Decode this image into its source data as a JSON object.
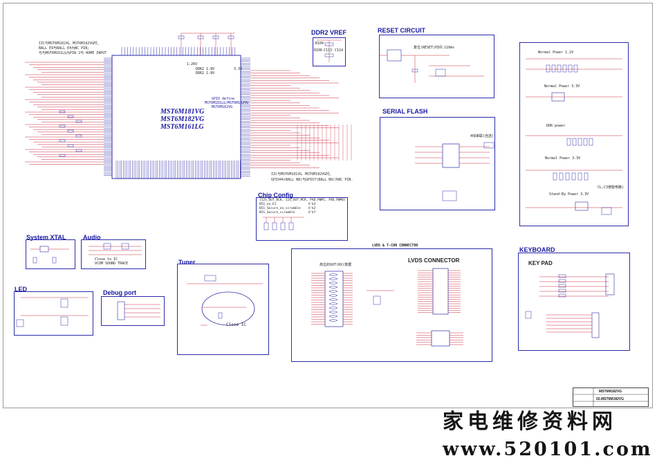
{
  "sheet": {
    "chip_names": [
      "MST6M181VG",
      "MST6M182VG",
      "MST6M161LG"
    ],
    "left_note": [
      "IIC与MST6M181VG、MST6M182VG时,",
      "BALL E9与BALL E4为NC PIN;",
      "与与MST6M161LG为PIN 2与 HOME INPUT"
    ],
    "gpio_note": [
      "GPIO define",
      "MST6M181LG/MST6M182VG",
      "MST6M182VG"
    ],
    "right_note": [
      "IIC与MST6M181VG、MST6M182VG时,",
      "GPIO44(BALL N8)与GPIO7(BALL N9)为NC PIN."
    ],
    "rail_labels": [
      "1.26V",
      "DDR2 1.8V",
      "3.3V",
      "DDR2 1.8V"
    ]
  },
  "blocks": {
    "ddr2_vref": {
      "title": "DDR2 VREF",
      "parts": [
        "R104",
        "R106",
        "C113",
        "C114"
      ]
    },
    "reset": {
      "title": "RESET CIRCUIT",
      "note": "复位(RESET)时间:110ms"
    },
    "serial_flash": {
      "title": "SERIAL FLASH",
      "note": "4线串联(自选)"
    },
    "chip_config": {
      "title": "Chip Config",
      "lines": [
        "{I2S_OUT_BCK, I2S_OUT_MCK, PAD_PWM1, PAD_PWM0}",
        "B51_no_EJ                 4'b3",
        "B51_Secure_no_scramble    4'b2",
        "B51_Secure_scramble       4'b7"
      ]
    },
    "system_xtal": {
      "title": "System XTAL"
    },
    "audio": {
      "title": "Audio",
      "note": [
        "Close to IC",
        "VCOM SOUND TRACE"
      ]
    },
    "led": {
      "title": "LED"
    },
    "debug_port": {
      "title": "Debug port"
    },
    "tuner": {
      "title": "Tuner",
      "note": "Close IC"
    },
    "lvds": {
      "title": "LVDS & T-CON CONNECTOR",
      "subtitle": "LVDS CONNECTOR",
      "left_note": "高位的OUT(RX)数据"
    },
    "power": {
      "lines": [
        "Normal Power 1.2V",
        "Normal Power 3.3V",
        "DDR power",
        "Normal Power 3.3V",
        "Stand-By Power 3.3V"
      ],
      "note": "CL,C3使能电路)"
    },
    "keyboard": {
      "title": "KEYBOARD",
      "subtitle": "KEY PAD"
    }
  },
  "title_block": {
    "name": "MST6M182VG",
    "doc": "02.MST6M182VG"
  },
  "watermark": {
    "cn": "家电维修资料网",
    "url": "www.520101.com"
  },
  "colors": {
    "wire": "#c8283c",
    "frame": "#2a2aa8",
    "text": "#1818a0"
  }
}
